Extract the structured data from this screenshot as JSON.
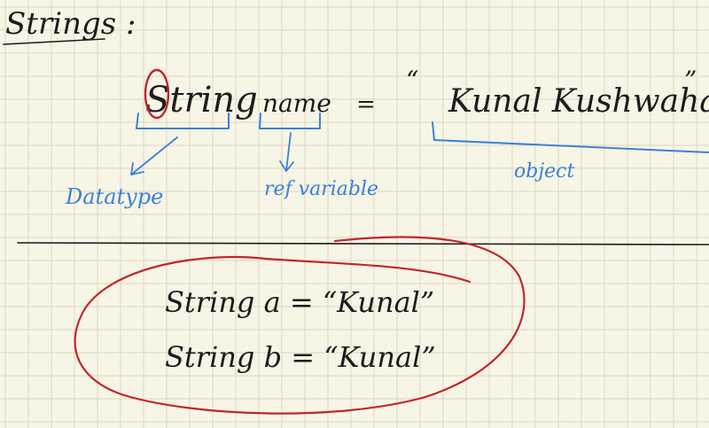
{
  "heading": "Strings :",
  "declaration": {
    "type_word": "String",
    "name_word": "name",
    "equals": "=",
    "open_quote": "“",
    "value": "Kunal Kushwaha",
    "close_quote": "”"
  },
  "annotations": {
    "datatype": "Datatype",
    "ref_variable": "ref variable",
    "object": "object"
  },
  "examples": [
    {
      "text": "String a = “Kunal”"
    },
    {
      "text": "String b = “Kunal”"
    }
  ],
  "colors": {
    "paper": "#f7f5e6",
    "grid": "#dcd8c0",
    "ink": "#1c1c1c",
    "annotation": "#3b82d6",
    "highlight": "#c0262c"
  }
}
